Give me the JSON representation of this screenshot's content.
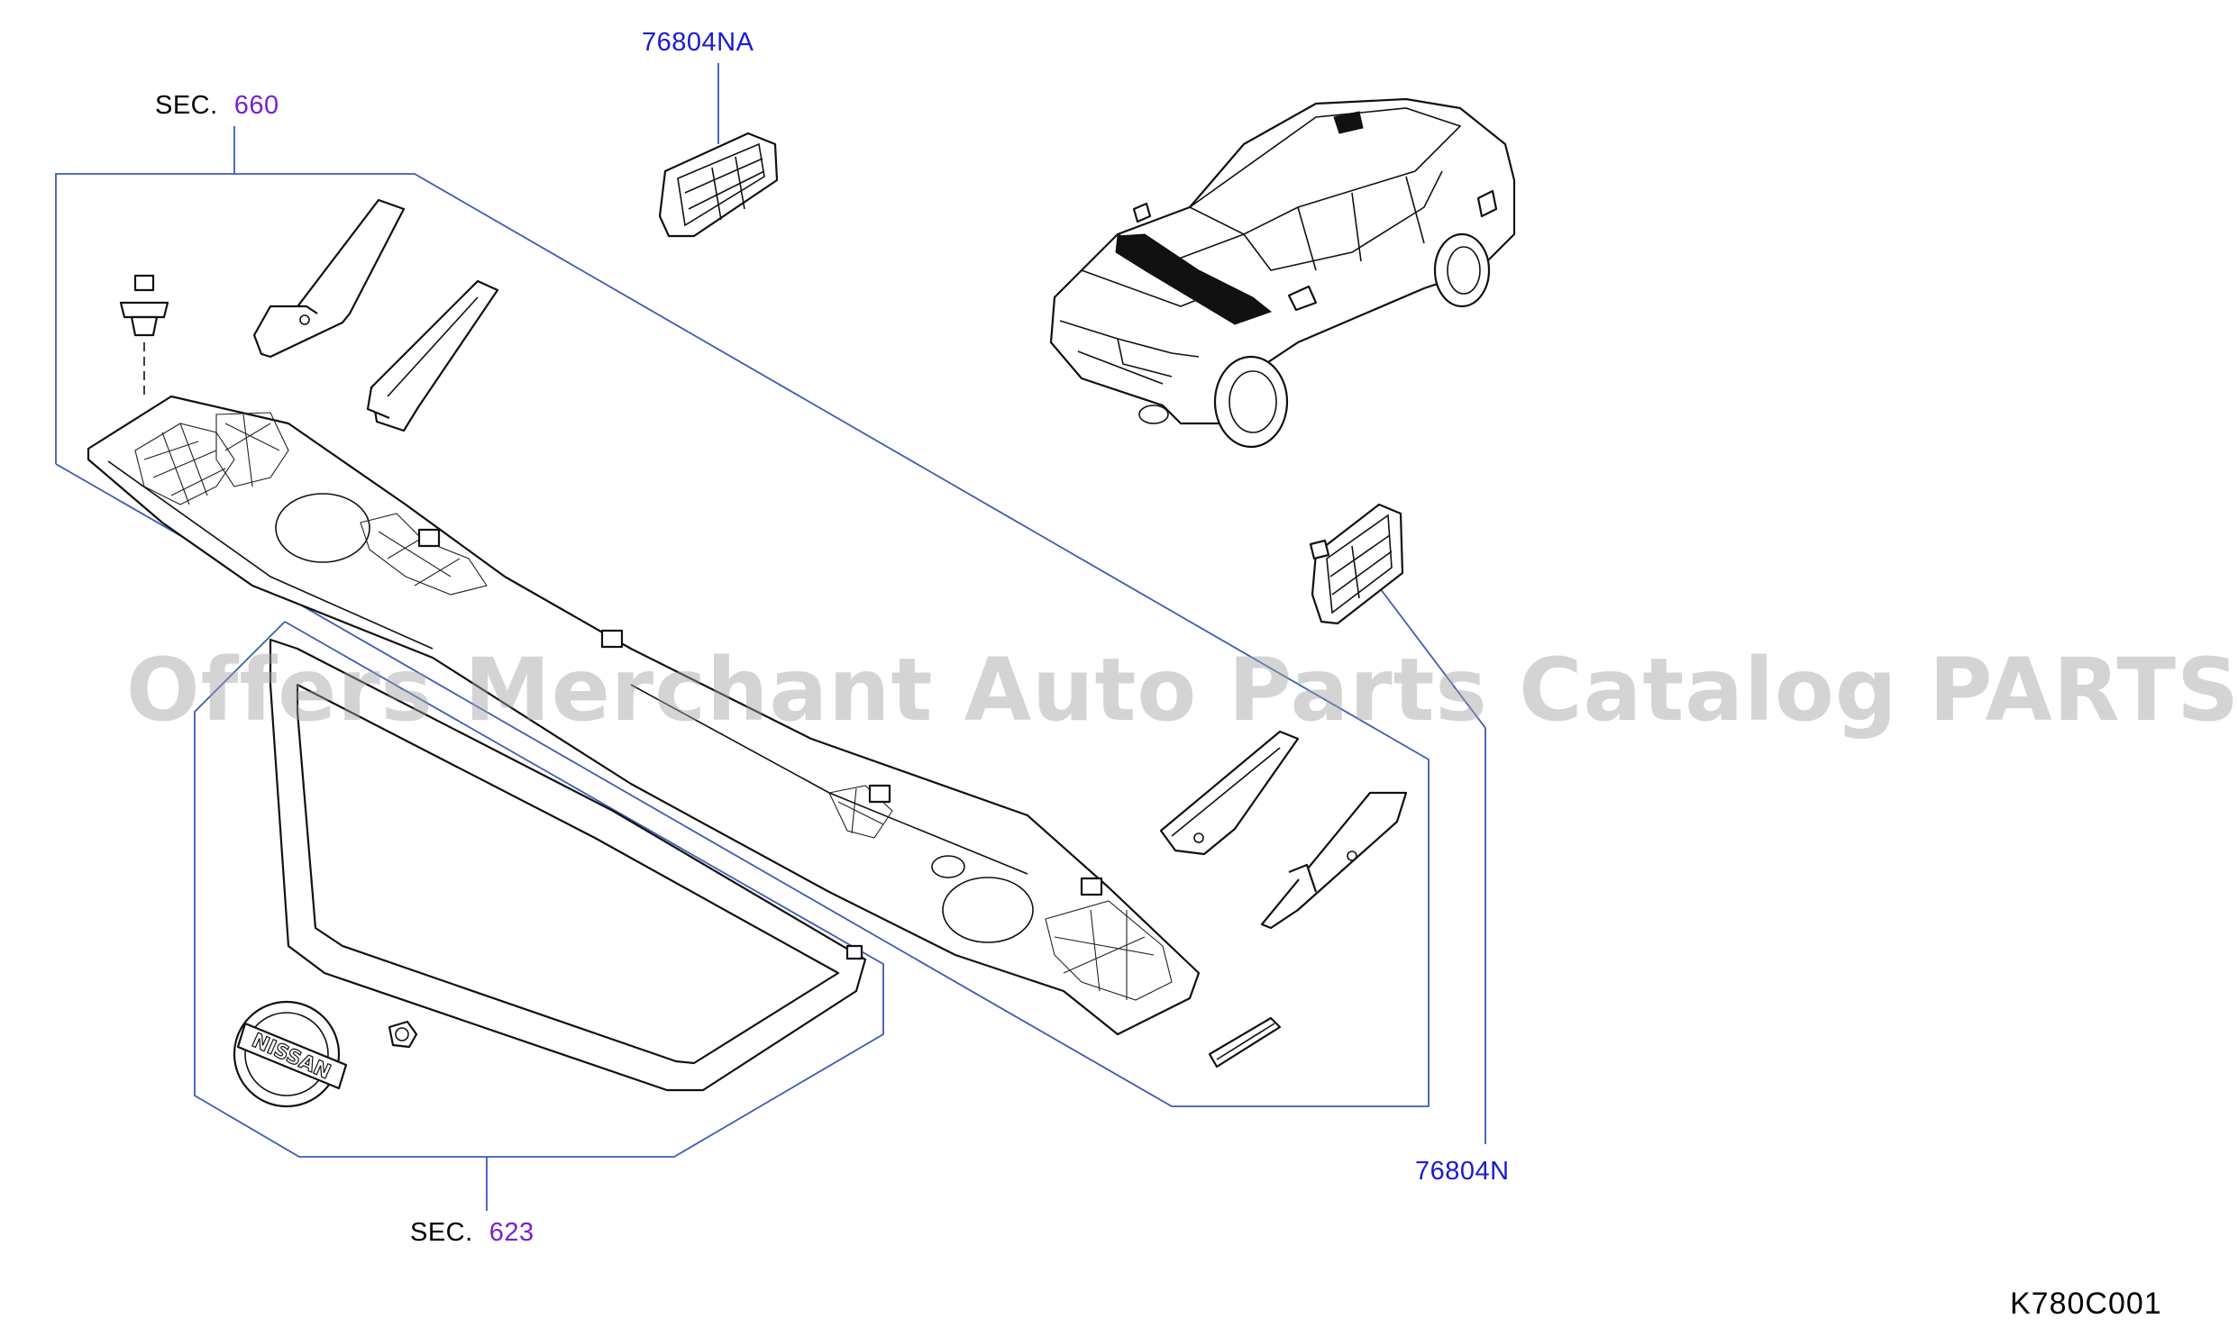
{
  "labels": {
    "sec_660": {
      "prefix": "SEC.",
      "number": "660"
    },
    "sec_623": {
      "prefix": "SEC.",
      "number": "623"
    },
    "part_76804na": "76804NA",
    "part_76804n": "76804N",
    "diagram_code": "K780C001"
  },
  "watermark": "Offers Merchant Auto Parts Catalog PARTSTORE.SA",
  "emblem_text": "NISSAN",
  "colors": {
    "callout_line": "#3b5bb8",
    "part_number": "#1a1ad6",
    "section_number": "#7a1fd1",
    "line_art": "#111111"
  }
}
